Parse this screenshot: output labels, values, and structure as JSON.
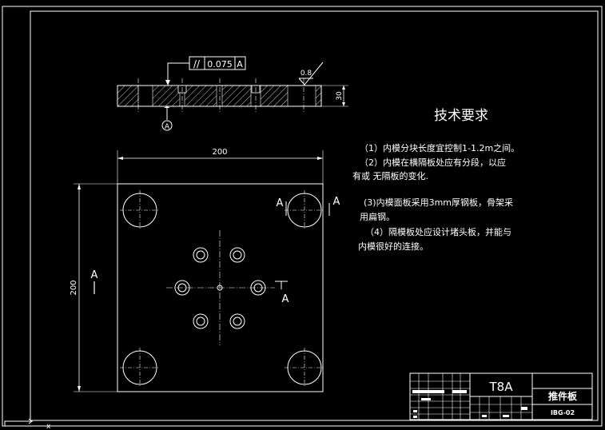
{
  "title_block": {
    "material": "T8A",
    "part_name": "推件板",
    "drawing_no": "IBG-02"
  },
  "tolerance_frame": {
    "symbol": "//",
    "value": "0.075",
    "datum": "A"
  },
  "datum_label": "A",
  "surface_roughness": "0.8",
  "thickness_dim": "30",
  "width_dim": "200",
  "height_dim": "200",
  "section_label": "A",
  "requirements": {
    "title": "技术要求",
    "lines": [
      "（1）内模分块长度宜控制1-1.2m之间。",
      "（2）内模在横隔板处应有分段，以应",
      "有或 无隔板的变化.",
      "(3)内模面板采用3mm厚钢板，骨架采",
      "用扁钢。",
      "（4）隔模板处应设计堵头板，并能与",
      "内模很好的连接。"
    ]
  },
  "colors": {
    "background": "#000000",
    "lines": "#ffffff"
  }
}
